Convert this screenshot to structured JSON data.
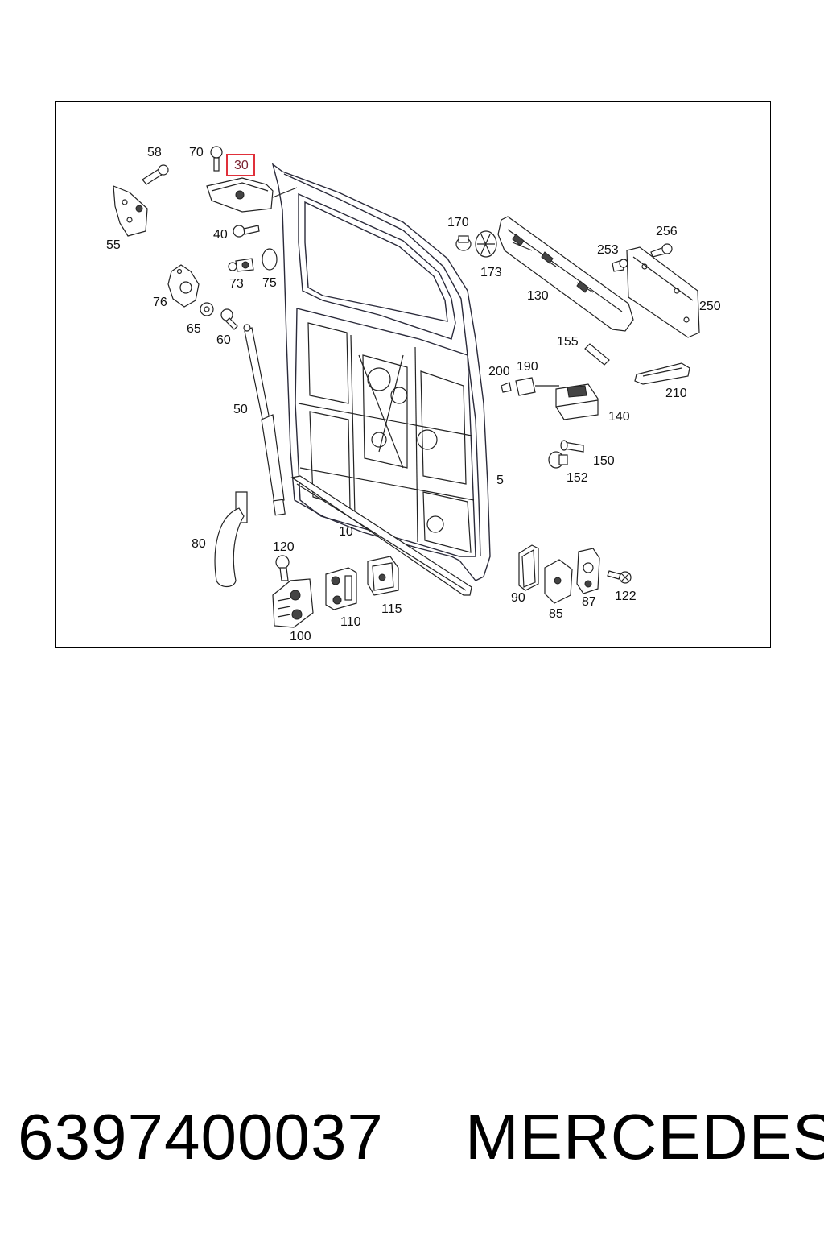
{
  "diagram": {
    "callouts": [
      {
        "id": "c58",
        "label": "58"
      },
      {
        "id": "c70",
        "label": "70"
      },
      {
        "id": "c30",
        "label": "30",
        "highlighted": true
      },
      {
        "id": "c55",
        "label": "55"
      },
      {
        "id": "c40",
        "label": "40"
      },
      {
        "id": "c73",
        "label": "73"
      },
      {
        "id": "c75",
        "label": "75"
      },
      {
        "id": "c76",
        "label": "76"
      },
      {
        "id": "c65",
        "label": "65"
      },
      {
        "id": "c60",
        "label": "60"
      },
      {
        "id": "c50",
        "label": "50"
      },
      {
        "id": "c80",
        "label": "80"
      },
      {
        "id": "c10",
        "label": "10"
      },
      {
        "id": "c5",
        "label": "5"
      },
      {
        "id": "c120",
        "label": "120"
      },
      {
        "id": "c100",
        "label": "100"
      },
      {
        "id": "c110",
        "label": "110"
      },
      {
        "id": "c115",
        "label": "115"
      },
      {
        "id": "c170",
        "label": "170"
      },
      {
        "id": "c173",
        "label": "173"
      },
      {
        "id": "c130",
        "label": "130"
      },
      {
        "id": "c253",
        "label": "253"
      },
      {
        "id": "c256",
        "label": "256"
      },
      {
        "id": "c250",
        "label": "250"
      },
      {
        "id": "c155",
        "label": "155"
      },
      {
        "id": "c200",
        "label": "200"
      },
      {
        "id": "c190",
        "label": "190"
      },
      {
        "id": "c210",
        "label": "210"
      },
      {
        "id": "c140",
        "label": "140"
      },
      {
        "id": "c150",
        "label": "150"
      },
      {
        "id": "c152",
        "label": "152"
      },
      {
        "id": "c90",
        "label": "90"
      },
      {
        "id": "c85",
        "label": "85"
      },
      {
        "id": "c87",
        "label": "87"
      },
      {
        "id": "c122",
        "label": "122"
      }
    ],
    "highlight_color": "#e0303a"
  },
  "caption": {
    "part_number": "6397400037",
    "brand": "MERCEDES"
  }
}
